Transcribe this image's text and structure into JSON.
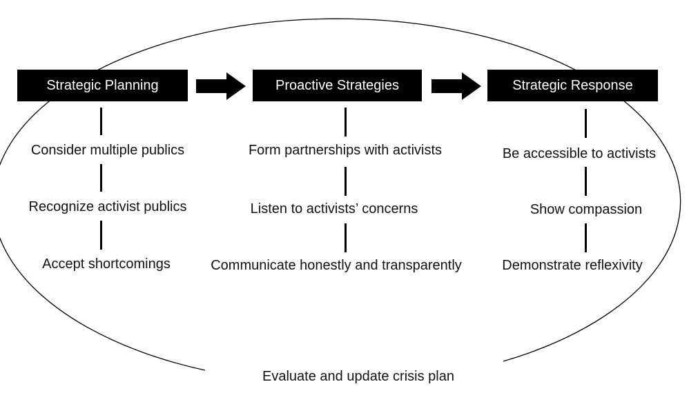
{
  "columns": [
    {
      "title": "Strategic Planning",
      "items": [
        "Consider multiple publics",
        "Recognize activist publics",
        "Accept shortcomings"
      ]
    },
    {
      "title": "Proactive Strategies",
      "items": [
        "Form partnerships with activists",
        "Listen to activists’ concerns",
        "Communicate honestly and transparently"
      ]
    },
    {
      "title": "Strategic Response",
      "items": [
        "Be accessible to activists",
        "Show compassion",
        "Demonstrate reflexivity"
      ]
    }
  ],
  "cycle_label": "Evaluate and update crisis plan"
}
